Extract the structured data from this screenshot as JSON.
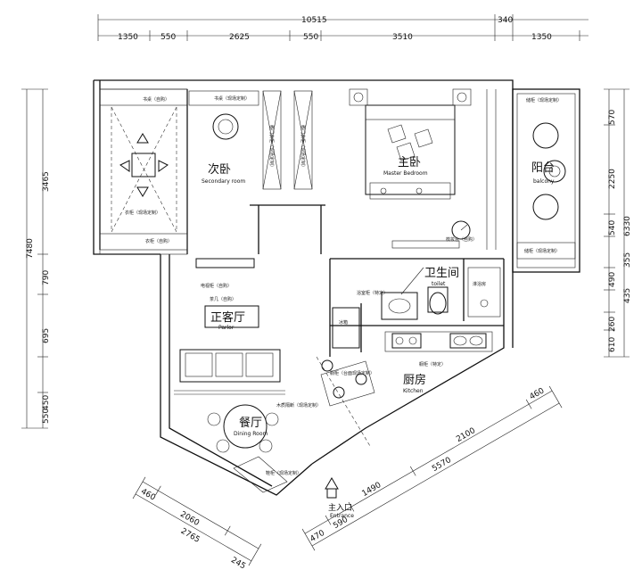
{
  "dimensions": {
    "top_total": "10515",
    "top_right": "340",
    "top_segments": [
      "1350",
      "550",
      "2625",
      "550",
      "3510",
      "1350"
    ],
    "left_total": "7480",
    "left_segments": [
      "3465",
      "790",
      "695",
      "450",
      "550"
    ],
    "right_total": "6330",
    "right_segments": [
      "570",
      "2250",
      "540",
      "355",
      "490",
      "435",
      "260",
      "610"
    ],
    "bottom_left": [
      "460",
      "2060",
      "2765",
      "245"
    ],
    "bottom_right": [
      "460",
      "2100",
      "1490",
      "5570",
      "590",
      "470"
    ]
  },
  "rooms": {
    "secondary": {
      "cn": "次卧",
      "en": "Secondary room"
    },
    "master": {
      "cn": "主卧",
      "en": "Master Bedroom"
    },
    "balcony": {
      "cn": "阳台",
      "en": "balcony"
    },
    "toilet": {
      "cn": "卫生间",
      "en": "toilet"
    },
    "parlor": {
      "cn": "正客厅",
      "en": "Parlor"
    },
    "kitchen": {
      "cn": "厨房",
      "en": "Kitchen"
    },
    "dining": {
      "cn": "餐厅",
      "en": "Dining Room"
    },
    "entrance": {
      "cn": "主入口",
      "en": "Entrance"
    }
  },
  "labels": {
    "desk": "书桌（自购）",
    "cab_top": "衣柜（自购）",
    "cab_bottom": "衣柜（现场定制）",
    "bed_table": "书桌（现场定制）",
    "sliding_wardrobe_1": "移门衣柜（现场定制）",
    "sliding_wardrobe_2": "移门衣柜（现场定制）",
    "tv_cabinet": "电视柜（自购）",
    "coffee_table": "茶几（自购）",
    "bath_cabinet": "浴室柜（特定）",
    "shower": "淋浴房",
    "fridge": "冰箱",
    "island": "橱柜（台面现场定制）",
    "kitchen_cab": "橱柜（特定）",
    "wood_screen": "木质隔断（现场定制）",
    "shoe_cab": "鞋柜（现场定制）",
    "balcony_cab_top": "储柜（现场定制）",
    "balcony_cab_bottom": "储柜（现场定制）",
    "washer": "梳妆台（自购）"
  }
}
